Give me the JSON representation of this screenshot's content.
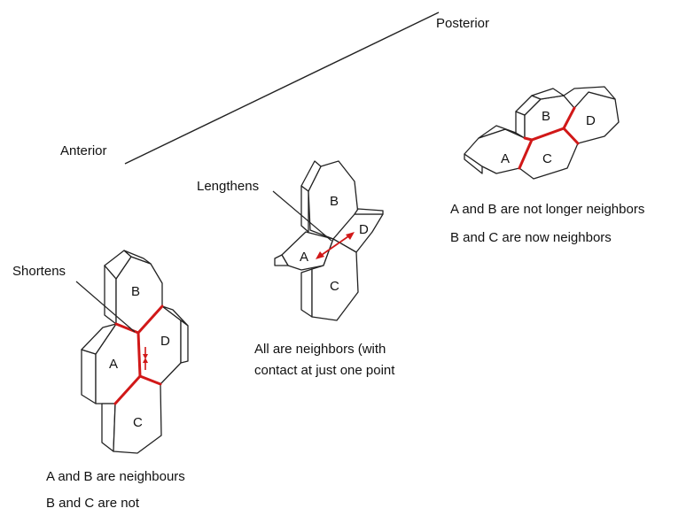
{
  "axis": {
    "anterior": "Anterior",
    "posterior": "Posterior"
  },
  "stage1": {
    "pointer_label": "Shortens",
    "cells": {
      "a": "A",
      "b": "B",
      "c": "C",
      "d": "D"
    },
    "caption_line1": "A and B are neighbours",
    "caption_line2": "B and C are not",
    "colors": {
      "junction": "#d11818"
    }
  },
  "stage2": {
    "pointer_label": "Lengthens",
    "cells": {
      "a": "A",
      "b": "B",
      "c": "C",
      "d": "D"
    },
    "caption_line1": "All are neighbors (with",
    "caption_line2": "contact at just one point"
  },
  "stage3": {
    "cells": {
      "a": "A",
      "b": "B",
      "c": "C",
      "d": "D"
    },
    "caption_line1": "A and B are not longer neighbors",
    "caption_line2": "B and C are now neighbors"
  }
}
